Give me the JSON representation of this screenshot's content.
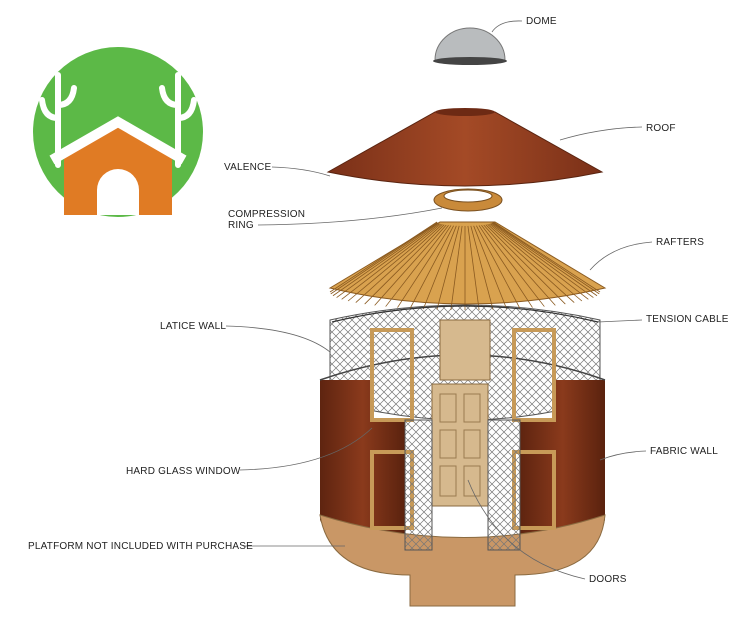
{
  "title": "Yurt exploded component diagram",
  "logo": {
    "name": "cactus house logo",
    "colors": {
      "circle": "#5cb947",
      "house": "#e07b24",
      "outline": "#ffffff"
    }
  },
  "labels": {
    "dome": "DOME",
    "roof": "ROOF",
    "valence": "VALENCE",
    "compression_ring_1": "COMPRESSION",
    "compression_ring_2": "RING",
    "rafters": "RAFTERS",
    "latice_wall": "LATICE WALL",
    "tension_cable": "TENSION CABLE",
    "hard_glass_window": "HARD GLASS WINDOW",
    "fabric_wall": "FABRIC WALL",
    "platform": "PLATFORM NOT INCLUDED WITH PURCHASE",
    "doors": "DOORS"
  },
  "colors": {
    "roof": "#8a3a1e",
    "fabric_wall": "#7a3016",
    "rafters": "#d9a24f",
    "platform": "#c99766",
    "door": "#d6b98e",
    "lattice": "#8a8a8a"
  }
}
